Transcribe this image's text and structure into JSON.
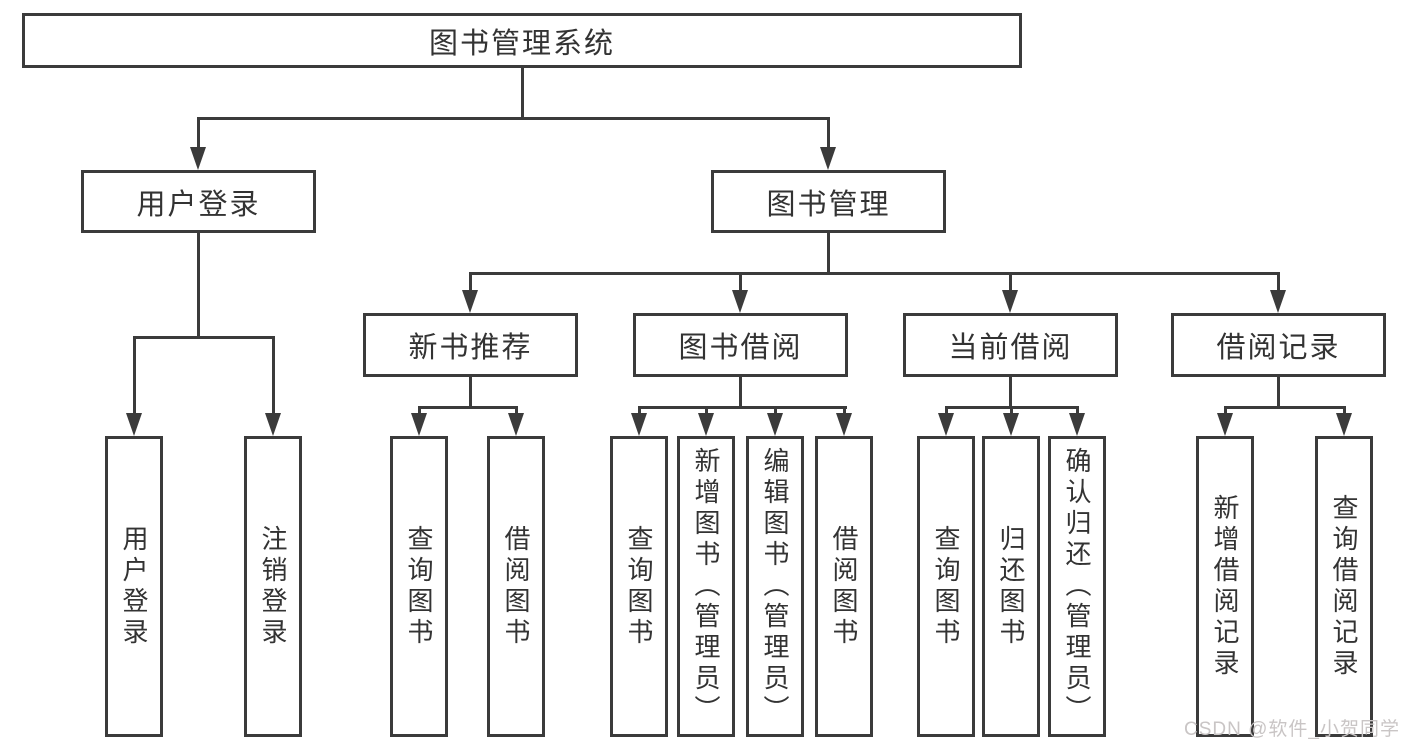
{
  "tree": {
    "root": {
      "label": "图书管理系统",
      "children": [
        {
          "label": "用户登录",
          "children": [
            {
              "label": "用户登录"
            },
            {
              "label": "注销登录"
            }
          ]
        },
        {
          "label": "图书管理",
          "children": [
            {
              "label": "新书推荐",
              "children": [
                {
                  "label": "查询图书"
                },
                {
                  "label": "借阅图书"
                }
              ]
            },
            {
              "label": "图书借阅",
              "children": [
                {
                  "label": "查询图书"
                },
                {
                  "label": "新增图书（管理员）"
                },
                {
                  "label": "编辑图书（管理员）"
                },
                {
                  "label": "借阅图书"
                }
              ]
            },
            {
              "label": "当前借阅",
              "children": [
                {
                  "label": "查询图书"
                },
                {
                  "label": "归还图书"
                },
                {
                  "label": "确认归还（管理员）"
                }
              ]
            },
            {
              "label": "借阅记录",
              "children": [
                {
                  "label": "新增借阅记录"
                },
                {
                  "label": "查询借阅记录"
                }
              ]
            }
          ]
        }
      ]
    }
  },
  "watermark": {
    "text": "CSDN @软件_小贺同学"
  },
  "colors": {
    "line": "#3b3b3b",
    "text": "#333333",
    "box_border": "#3b3b3b",
    "background": "#ffffff",
    "watermark": "#c9c5c5"
  }
}
